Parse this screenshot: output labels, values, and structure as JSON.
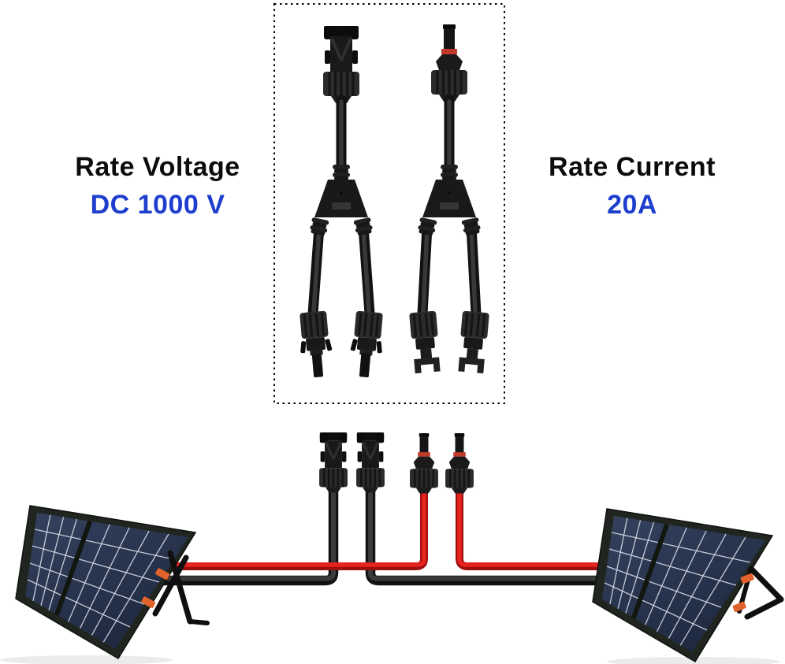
{
  "specs": {
    "voltage": {
      "title": "Rate Voltage",
      "value": "DC 1000 V"
    },
    "current": {
      "title": "Rate Current",
      "value": "20A"
    }
  },
  "palette": {
    "background": "#ffffff",
    "text_black": "#0c0c0c",
    "text_blue": "#1e3ecd",
    "cable_red": "#e8231e",
    "cable_black": "#2e2e2e",
    "connector_body_black": "#1a1a1a",
    "connector_ring_red": "#c03a2b",
    "panel_cell_navy": "#2b3852",
    "panel_grid_white": "#d6dce6",
    "panel_frame_black": "#20261f",
    "kickstand_clip_orange": "#e2622b",
    "dotted_border": "#000000"
  },
  "figures": {
    "connector_box_items": [
      "y-branch-connector-female-to-2-male",
      "y-branch-connector-male-to-2-female"
    ],
    "wiring_items": [
      "left-solar-panel",
      "right-solar-panel",
      "two-black-female-connectors",
      "two-red-male-connectors"
    ]
  }
}
